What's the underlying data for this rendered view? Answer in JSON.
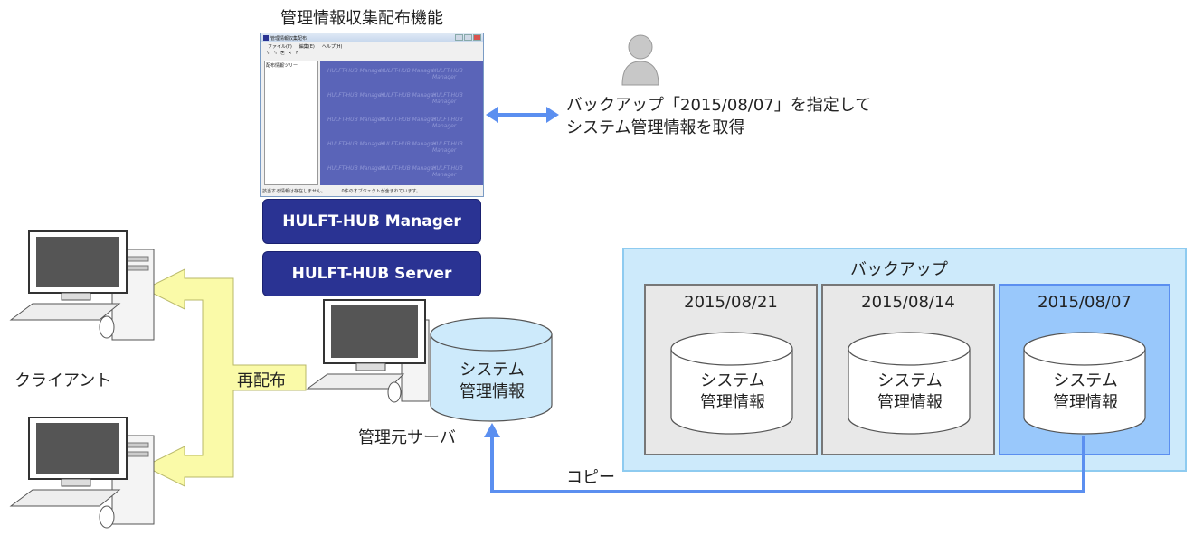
{
  "top_title": "管理情報収集配布機能",
  "mini_window": {
    "title": "管理情報収集配布",
    "menu": [
      "ファイル(F)",
      "編集(E)",
      "ヘルプ(H)"
    ],
    "tree_header": "配布情報ツリー",
    "tile_text": "HULFT-HUB Manager",
    "status_left": "該当する情報は存在しません。",
    "status_right": "0件のオブジェクトが含まれています。"
  },
  "buttons": {
    "manager": "HULFT-HUB Manager",
    "server": "HULFT-HUB Server"
  },
  "instruction": {
    "line1": "バックアップ「2015/08/07」を指定して",
    "line2": "システム管理情報を取得"
  },
  "clients_label": "クライアント",
  "redistribute_label": "再配布",
  "server_label": "管理元サーバ",
  "db_line1": "システム",
  "db_line2": "管理情報",
  "backup_title": "バックアップ",
  "backups": [
    {
      "date": "2015/08/21",
      "line1": "システム",
      "line2": "管理情報"
    },
    {
      "date": "2015/08/14",
      "line1": "システム",
      "line2": "管理情報"
    },
    {
      "date": "2015/08/07",
      "line1": "システム",
      "line2": "管理情報"
    }
  ],
  "copy_label": "コピー",
  "colors": {
    "navy": "#2a3393",
    "arrow_blue": "#5b8ff0",
    "yellow": "#fafaa8",
    "backup_bg": "#cdeafb",
    "selected_backup": "#99c8fb",
    "gray_box": "#e8e8e8"
  }
}
